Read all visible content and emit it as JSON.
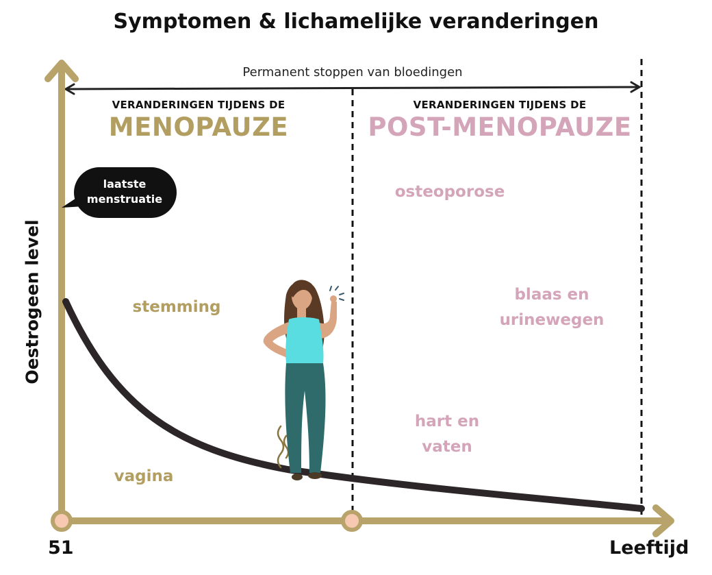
{
  "title": "Symptomen & lichamelijke veranderingen",
  "colors": {
    "axis": "#b8a36b",
    "menopause": "#b29e60",
    "postmenopause": "#d4a4b8",
    "curve": "#2d2628",
    "bubble": "#111111",
    "marker_fill": "#f6c9b0"
  },
  "top_arrow": {
    "label": "Permanent stoppen van bloedingen"
  },
  "menopause": {
    "subtitle": "VERANDERINGEN TIJDENS DE",
    "title": "MENOPAUZE",
    "symptoms": [
      "stemming",
      "vagina"
    ]
  },
  "postmenopause": {
    "subtitle": "VERANDERINGEN TIJDENS DE",
    "title": "POST-MENOPAUZE",
    "symptoms": [
      "osteoporose",
      "blaas en urinewegen",
      "hart en vaten"
    ]
  },
  "bubble": {
    "text": "laatste menstruatie"
  },
  "axes": {
    "y_label": "Oestrogeen level",
    "x_start": "51",
    "x_label": "Leeftijd"
  },
  "icons": [
    "woman-illustration-icon",
    "speech-bubble-icon",
    "stink-lines-icon"
  ]
}
